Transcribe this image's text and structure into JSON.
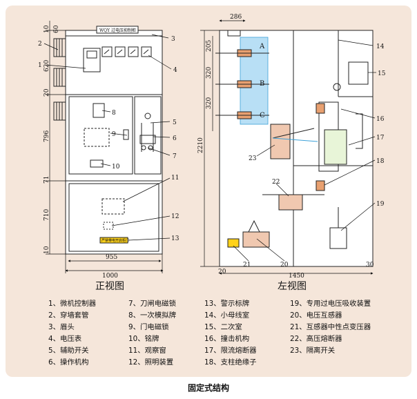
{
  "front": {
    "title": "正视图",
    "name_plate": "WQY 过电压抑制柜",
    "sign_text": "严禁带电开启柜门",
    "dims": {
      "top_60": "60",
      "top_10": "10",
      "d620": "620",
      "d20": "20",
      "d796": "796",
      "d71": "71",
      "d710": "710",
      "d10b": "10",
      "w955": "955",
      "w1000": "1000"
    },
    "callouts": [
      "1",
      "2",
      "3",
      "4",
      "5",
      "6",
      "7",
      "8",
      "9",
      "10",
      "11",
      "12",
      "13"
    ]
  },
  "side": {
    "title": "左视图",
    "dims": {
      "top286": "286",
      "h2210": "2210",
      "d205": "205",
      "d320a": "320",
      "d320b": "320",
      "w1450": "1450",
      "b20": "20",
      "b30": "30"
    },
    "phases": [
      "A",
      "B",
      "C"
    ],
    "callouts": [
      "14",
      "15",
      "16",
      "17",
      "18",
      "19",
      "20",
      "21",
      "22",
      "23"
    ]
  },
  "legend": {
    "col1": [
      "1、微机控制器",
      "2、穿墙套管",
      "3、眉头",
      "4、电压表",
      "5、辅助开关",
      "6、操作机构"
    ],
    "col2": [
      "7、刀闸电磁锁",
      "8、一次模拟牌",
      "9、门电磁锁",
      "10、铭牌",
      "11、观察窗",
      "12、照明装置"
    ],
    "col3": [
      "13、警示标牌",
      "14、小母线室",
      "15、二次室",
      "16、撞击机构",
      "17、限流熔断器",
      "18、支柱绝缘子"
    ],
    "col4": [
      "19、专用过电压吸收装置",
      "20、电压互感器",
      "21、互感器中性点变压器",
      "22、高压熔断器",
      "23、隔离开关"
    ]
  },
  "caption": "固定式结构"
}
